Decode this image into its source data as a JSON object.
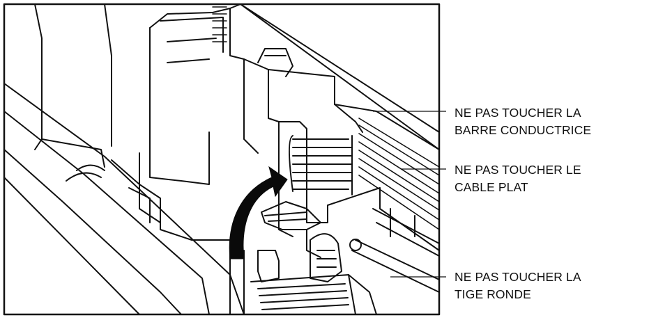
{
  "callouts": [
    {
      "id": "busbar",
      "lines": [
        "NE PAS TOUCHER LA",
        "BARRE CONDUCTRICE"
      ]
    },
    {
      "id": "cable",
      "lines": [
        "NE PAS TOUCHER LE",
        "CABLE PLAT"
      ]
    },
    {
      "id": "rod",
      "lines": [
        "NE PAS TOUCHER LA",
        "TIGE RONDE"
      ]
    }
  ],
  "colors": {
    "ink": "#111111",
    "background": "#ffffff",
    "arrow": "#0a0a0a"
  },
  "icons": {
    "rotation_arrow": "curved-arrow-icon"
  }
}
